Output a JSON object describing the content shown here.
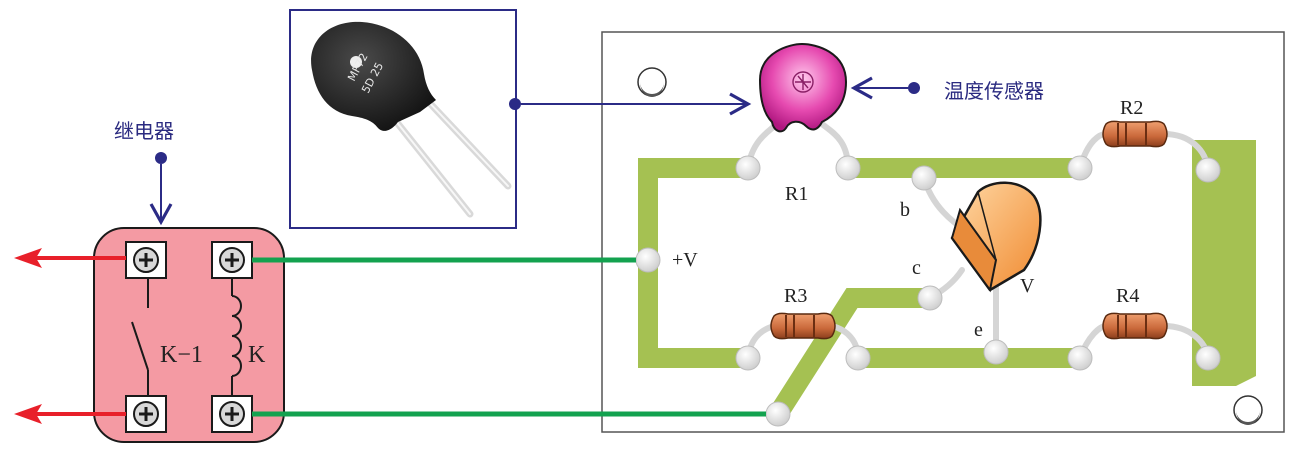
{
  "labels": {
    "relay": "继电器",
    "sensor": "温度传感器",
    "r1": "R1",
    "r2": "R2",
    "r3": "R3",
    "r4": "R4",
    "supply": "+V",
    "base": "b",
    "collector": "c",
    "emitter": "e",
    "transistor": "V",
    "switch": "K−1",
    "coil": "K"
  },
  "thermistor": {
    "marking_line1": "MF72",
    "marking_line2": "5D 25"
  },
  "colors": {
    "board_trace": "#a5c152",
    "wire": "#13a24f",
    "arrow": "#e8202a",
    "relay_body": "#f49aa3",
    "callout": "#2b2b86",
    "resistor": "#c9683a",
    "transistor": "#f7a85a",
    "sensor": "#e64ab0"
  }
}
